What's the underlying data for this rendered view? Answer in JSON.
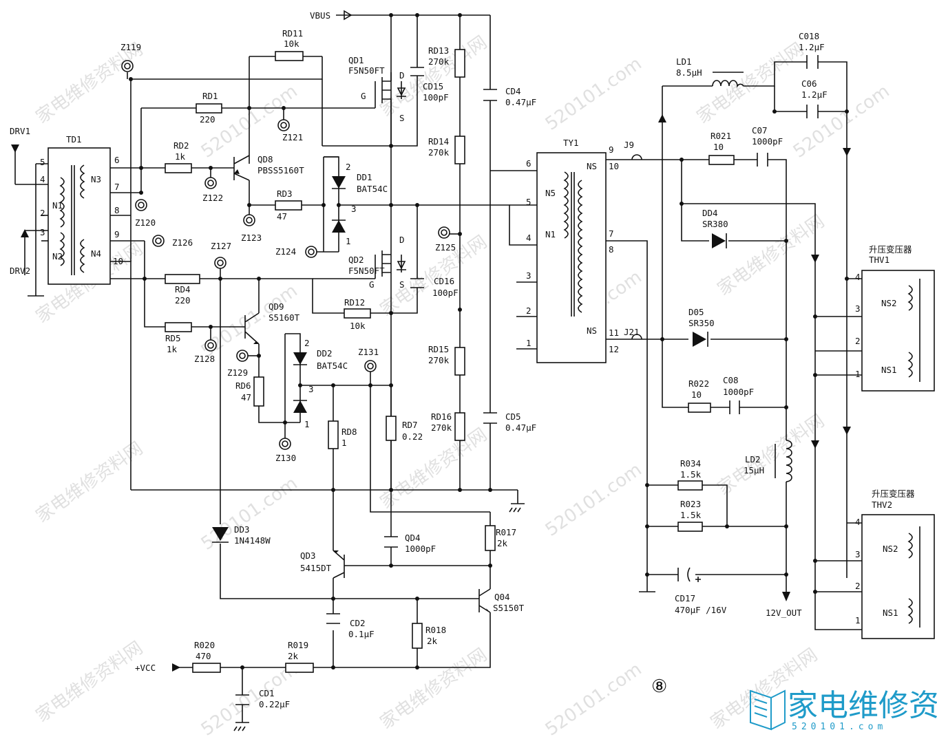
{
  "nets": {
    "vbus": "VBUS",
    "vcc": "+VCC",
    "out": "12V_OUT",
    "drv1": "DRV1",
    "drv2": "DRV2"
  },
  "figure_number": "⑧",
  "transformer_td1": {
    "ref": "TD1",
    "windings": [
      "N1",
      "N2",
      "N3",
      "N4"
    ],
    "pins": [
      "5",
      "4",
      "2",
      "3",
      "6",
      "7",
      "8",
      "9",
      "10"
    ]
  },
  "transformer_ty1": {
    "ref": "TY1",
    "windings": [
      "N5",
      "N1",
      "NS",
      "NS"
    ],
    "pins": [
      "6",
      "5",
      "4",
      "3",
      "2",
      "1",
      "9",
      "10",
      "7",
      "8",
      "11",
      "12"
    ]
  },
  "thv1": {
    "ref": "THV1",
    "title": "升压变压器",
    "windings": [
      "NS2",
      "NS1"
    ],
    "pins": [
      "4",
      "3",
      "2",
      "1"
    ]
  },
  "thv2": {
    "ref": "THV2",
    "title": "升压变压器",
    "windings": [
      "NS2",
      "NS1"
    ],
    "pins": [
      "4",
      "3",
      "2",
      "1"
    ]
  },
  "components": {
    "rd11": [
      "RD11",
      "10k"
    ],
    "rd1": [
      "RD1",
      "220"
    ],
    "rd2": [
      "RD2",
      "1k"
    ],
    "rd3": [
      "RD3",
      "47"
    ],
    "rd4": [
      "RD4",
      "220"
    ],
    "rd5": [
      "RD5",
      "1k"
    ],
    "rd6": [
      "RD6",
      "47"
    ],
    "rd12": [
      "RD12",
      "10k"
    ],
    "rd13": [
      "RD13",
      "270k"
    ],
    "rd14": [
      "RD14",
      "270k"
    ],
    "rd15": [
      "RD15",
      "270k"
    ],
    "rd16": [
      "RD16",
      "270k"
    ],
    "rd7": [
      "RD7",
      "0.22"
    ],
    "rd8": [
      "RD8",
      "1"
    ],
    "r017": [
      "R017",
      "2k"
    ],
    "r018": [
      "R018",
      "2k"
    ],
    "r019": [
      "R019",
      "2k"
    ],
    "r020": [
      "R020",
      "470"
    ],
    "r021": [
      "R021",
      "10"
    ],
    "r022": [
      "R022",
      "10"
    ],
    "r023": [
      "R023",
      "1.5k"
    ],
    "r034": [
      "R034",
      "1.5k"
    ],
    "qd1": [
      "QD1",
      "F5N50FT"
    ],
    "qd2": [
      "QD2",
      "F5N50FT"
    ],
    "qd8": [
      "QD8",
      "PBSS5160T"
    ],
    "qd9": [
      "QD9",
      "S5160T"
    ],
    "qd3": [
      "QD3",
      "5415DT"
    ],
    "q04": [
      "Q04",
      "S5150T"
    ],
    "dd1": [
      "DD1",
      "BAT54C"
    ],
    "dd2": [
      "DD2",
      "BAT54C"
    ],
    "dd3": [
      "DD3",
      "1N4148W"
    ],
    "dd4": [
      "DD4",
      "SR380"
    ],
    "d05": [
      "D05",
      "SR350"
    ],
    "cd15": [
      "CD15",
      "100pF"
    ],
    "cd16": [
      "CD16",
      "100pF"
    ],
    "cd4": [
      "CD4",
      "0.47μF"
    ],
    "cd5": [
      "CD5",
      "0.47μF"
    ],
    "qd4": [
      "QD4",
      "1000pF"
    ],
    "cd2": [
      "CD2",
      "0.1μF"
    ],
    "cd1": [
      "CD1",
      "0.22μF"
    ],
    "c018": [
      "C018",
      "1.2μF"
    ],
    "c06": [
      "C06",
      "1.2μF"
    ],
    "c07": [
      "C07",
      "1000pF"
    ],
    "c08": [
      "C08",
      "1000pF"
    ],
    "cd17": [
      "CD17",
      "470μF /16V"
    ],
    "ld1": [
      "LD1",
      "8.5μH"
    ],
    "ld2": [
      "LD2",
      "15μH"
    ],
    "j9": [
      "J9"
    ],
    "j21": [
      "J21"
    ]
  },
  "test_points": [
    "Z119",
    "Z121",
    "Z122",
    "Z120",
    "Z123",
    "Z124",
    "Z125",
    "Z126",
    "Z127",
    "Z128",
    "Z129",
    "Z130",
    "Z131"
  ],
  "pin_labels": {
    "gate": "G",
    "drain": "D",
    "source": "S",
    "dd_a": "2",
    "dd_b": "3",
    "dd_c": "1"
  },
  "watermark": {
    "text_cn": "家电维修资料网",
    "text_url": "520101.com"
  },
  "logo": {
    "text": "家电维修资料网",
    "url": "520101.com"
  }
}
